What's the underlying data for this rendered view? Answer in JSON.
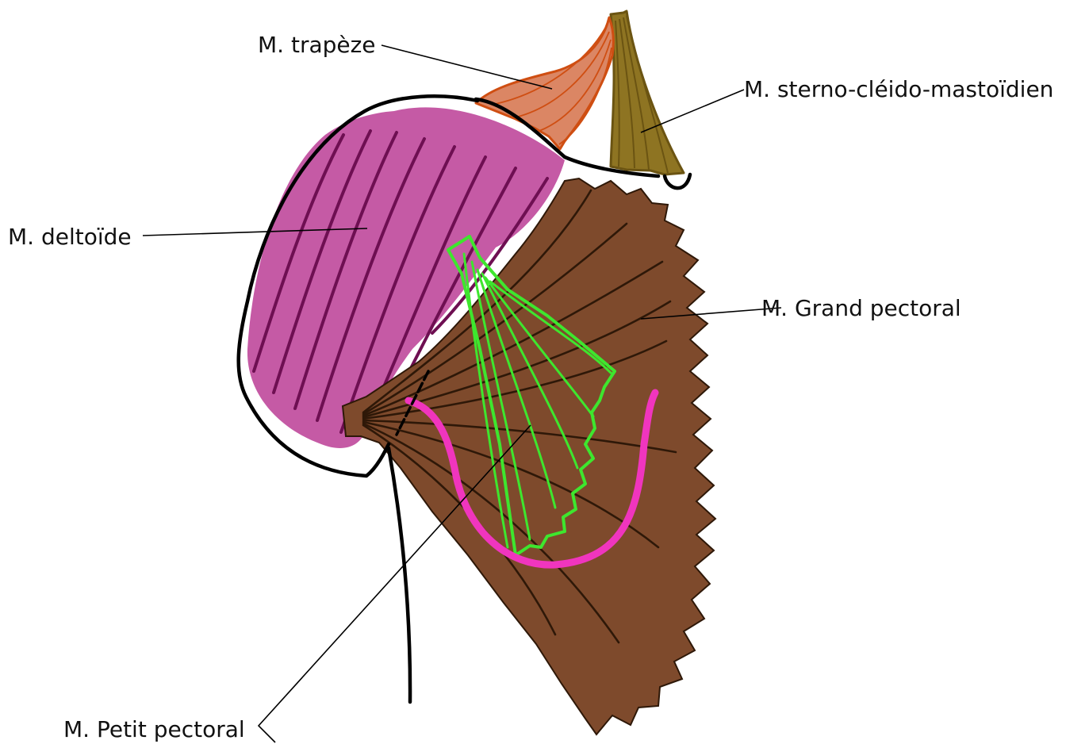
{
  "labels": {
    "trapeze": "M. trapèze",
    "sterno": "M. sterno-cléido-mastoïdien",
    "deltoide": "M. deltoïde",
    "grand_pectoral": "M. Grand pectoral",
    "petit_pectoral": "M. Petit pectoral"
  },
  "colors": {
    "deltoide": "#c55aa5",
    "deltoide_fibers": "#6e0f52",
    "trapeze": "#db8664",
    "trapeze_outline": "#cf4e12",
    "sterno": "#8e7422",
    "sterno_outline": "#6b5412",
    "grand_pectoral": "#7e4a2c",
    "grand_pectoral_fibers": "#2e1808",
    "petit_pectoral_outline": "#3ee62e",
    "breast_contour": "#f035be",
    "outline": "#000000"
  }
}
